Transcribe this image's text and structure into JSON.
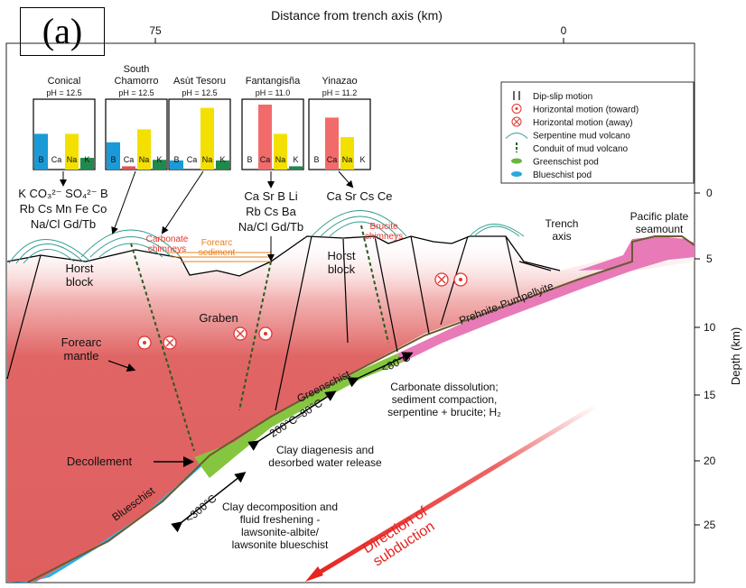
{
  "panel_label": "(a)",
  "top_axis": {
    "title": "Distance from trench axis (km)",
    "ticks": [
      "75",
      "0"
    ]
  },
  "right_axis": {
    "title": "Depth (km)",
    "ticks": [
      "0",
      "5",
      "10",
      "15",
      "20",
      "25"
    ]
  },
  "volcano_panels": [
    {
      "name": "Conical",
      "ph": "pH = 12.5",
      "bars": [
        {
          "label": "B",
          "value": 0.55,
          "color": "#1a9ad6"
        },
        {
          "label": "Ca",
          "value": 0,
          "color": "#ffffff"
        },
        {
          "label": "Na",
          "value": 0.55,
          "color": "#f4e000"
        },
        {
          "label": "K",
          "value": 0.18,
          "color": "#1f8a4c"
        }
      ]
    },
    {
      "name": "South\nChamorro",
      "ph": "pH = 12.5",
      "bars": [
        {
          "label": "B",
          "value": 0.42,
          "color": "#1a9ad6"
        },
        {
          "label": "Ca",
          "value": 0.05,
          "color": "#e05555"
        },
        {
          "label": "Na",
          "value": 0.62,
          "color": "#f4e000"
        },
        {
          "label": "K",
          "value": 0.15,
          "color": "#1f8a4c"
        }
      ]
    },
    {
      "name": "Asùt Tesoru",
      "ph": "pH = 12.5",
      "bars": [
        {
          "label": "B",
          "value": 0.14,
          "color": "#1a9ad6"
        },
        {
          "label": "Ca",
          "value": 0,
          "color": "#ffffff"
        },
        {
          "label": "Na",
          "value": 0.95,
          "color": "#f4e000"
        },
        {
          "label": "K",
          "value": 0.14,
          "color": "#1f8a4c"
        }
      ]
    },
    {
      "name": "Fantangisña",
      "ph": "pH = 11.0",
      "bars": [
        {
          "label": "B",
          "value": 0,
          "color": "#ffffff"
        },
        {
          "label": "Ca",
          "value": 1.0,
          "color": "#f26b6b"
        },
        {
          "label": "Na",
          "value": 0.55,
          "color": "#f4e000"
        },
        {
          "label": "K",
          "value": 0.05,
          "color": "#1f8a4c"
        }
      ]
    },
    {
      "name": "Yinazao",
      "ph": "pH = 11.2",
      "bars": [
        {
          "label": "B",
          "value": 0,
          "color": "#ffffff"
        },
        {
          "label": "Ca",
          "value": 0.8,
          "color": "#f26b6b"
        },
        {
          "label": "Na",
          "value": 0.5,
          "color": "#f4e000"
        },
        {
          "label": "K",
          "value": 0,
          "color": "#ffffff"
        }
      ]
    }
  ],
  "chem_labels": {
    "conical_1": "K CO₃²⁻ SO₄²⁻ B",
    "conical_2": "Rb Cs Mn Fe Co",
    "conical_3": "Na/Cl Gd/Tb",
    "fant_1": "Ca Sr B Li",
    "fant_2": "Rb Cs Ba",
    "fant_3": "Na/Cl Gd/Tb",
    "yin_1": "Ca Sr Cs Ce"
  },
  "annotations": {
    "carbonate": "Carbonate\nchimneys",
    "forearc_sediment": "Forearc\nsediment",
    "brucite": "Brucite\nchimneys",
    "trench_axis": "Trench\naxis",
    "pacific": "Pacific plate\nseamount",
    "horst1": "Horst\nblock",
    "horst2": "Horst\nblock",
    "graben": "Graben",
    "forearc_mantle": "Forearc\nmantle",
    "decollement": "Decollement",
    "blueschist": "Blueschist",
    "greenschist": "Greenschist",
    "prehnite": "Prehnite-Pumpellyite",
    "t300": "<300°C",
    "t200": "200°C–80°C",
    "t80": "<80°C",
    "carbonate_dissolution": "Carbonate dissolution;\nsediment compaction,\nserpentine + brucite; H₂",
    "clay_diagenesis": "Clay diagenesis and\ndesorbed water release",
    "clay_decomp": "Clay decomposition and\nfluid freshening -\nlawsonite-albite/\nlawsonite blueschist",
    "direction": "Direction of\nsubduction"
  },
  "legend": {
    "items": [
      "Dip-slip motion",
      "Horizontal motion (toward)",
      "Horizontal motion (away)",
      "Serpentine mud volcano",
      "Conduit of mud volcano",
      "Greenschist pod",
      "Blueschist pod"
    ],
    "colors": {
      "red": "#e3342f",
      "green": "#6cb33f",
      "blue": "#29a8e0",
      "teal": "#2e9c8f"
    }
  },
  "colors": {
    "mantle": "#e06060",
    "slab_pink": "#e87ab8",
    "greenschist": "#86c540",
    "blueschist": "#27b0e6",
    "arrow_red": "#e52421"
  }
}
